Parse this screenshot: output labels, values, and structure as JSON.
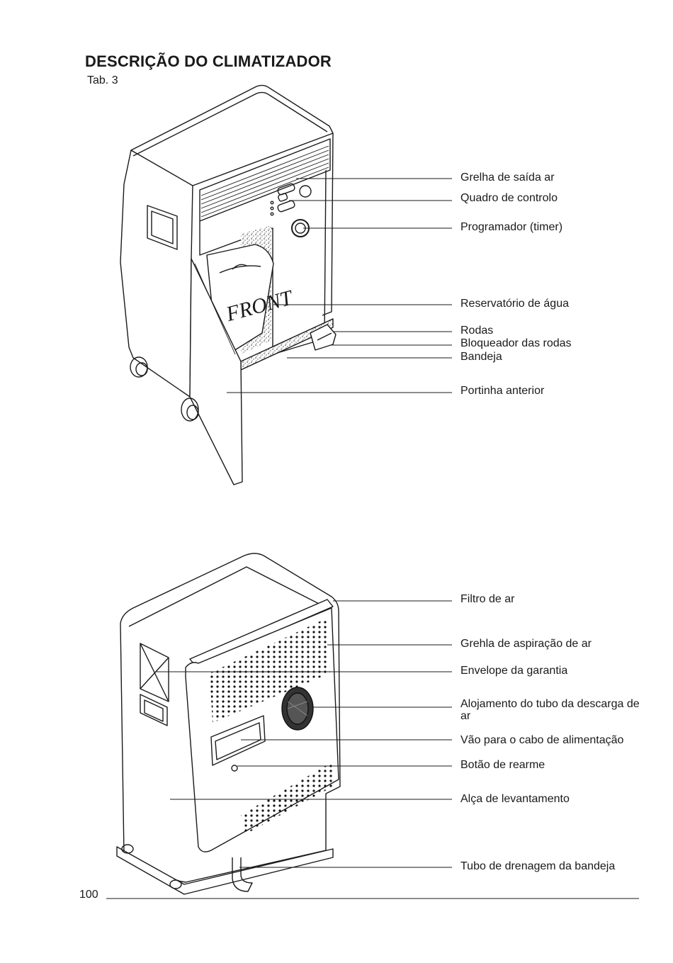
{
  "header": {
    "title": "DESCRIÇÃO DO CLIMATIZADOR",
    "table_ref": "Tab. 3"
  },
  "front_view": {
    "labels": [
      "Grelha de saída ar",
      "Quadro de controlo",
      "Programador (timer)",
      "Reservatório de água",
      "Rodas",
      "Bloqueador das rodas",
      "Bandeja",
      "Portinha anterior"
    ],
    "tank_lettering": "FRONT"
  },
  "rear_view": {
    "labels": [
      "Filtro de ar",
      "Grehla de aspiração de ar",
      "Envelope da garantia",
      "Alojamento do tubo da descarga de ar",
      "Vão para o cabo de alimentação",
      "Botão de rearme",
      "Alça de levantamento",
      "Tubo de drenagem da bandeja"
    ]
  },
  "footer": {
    "page_number": "100"
  }
}
